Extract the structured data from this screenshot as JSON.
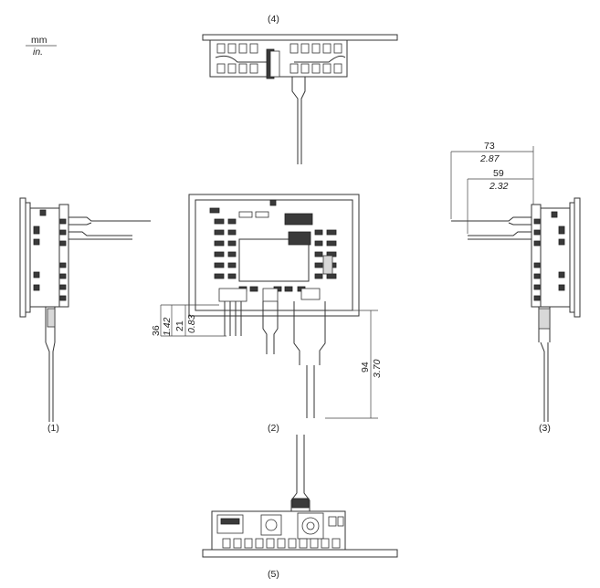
{
  "units": {
    "metric": "mm",
    "imperial": "in."
  },
  "views": {
    "left": "(1)",
    "front": "(2)",
    "right": "(3)",
    "top": "(4)",
    "bottom": "(5)"
  },
  "dimensions": {
    "depth_total_mm": "73",
    "depth_total_in": "2.87",
    "depth_body_mm": "59",
    "depth_body_in": "2.32",
    "conn_36_mm": "36",
    "conn_36_in": "1.42",
    "conn_21_mm": "21",
    "conn_21_in": "0.83",
    "cable_94_mm": "94",
    "cable_94_in": "3.70"
  }
}
